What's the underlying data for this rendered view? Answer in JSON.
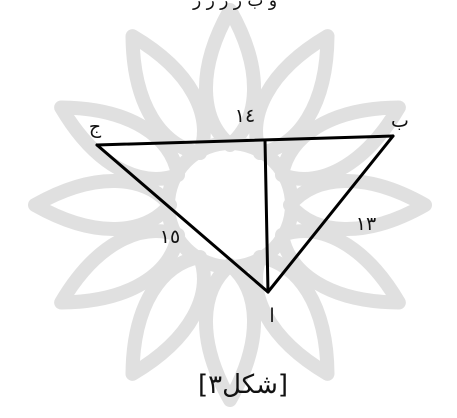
{
  "header_fragment": "و ب ر ر ر ر",
  "diagram": {
    "vertices": {
      "alef": "ا",
      "be": "ب",
      "jim": "ج"
    },
    "sides": {
      "top": "١٤",
      "left": "١٥",
      "right": "١٣"
    }
  },
  "caption": "[شکل٣]",
  "colors": {
    "line": "#000000",
    "watermark": "#d4d4d4",
    "text": "#111111"
  }
}
